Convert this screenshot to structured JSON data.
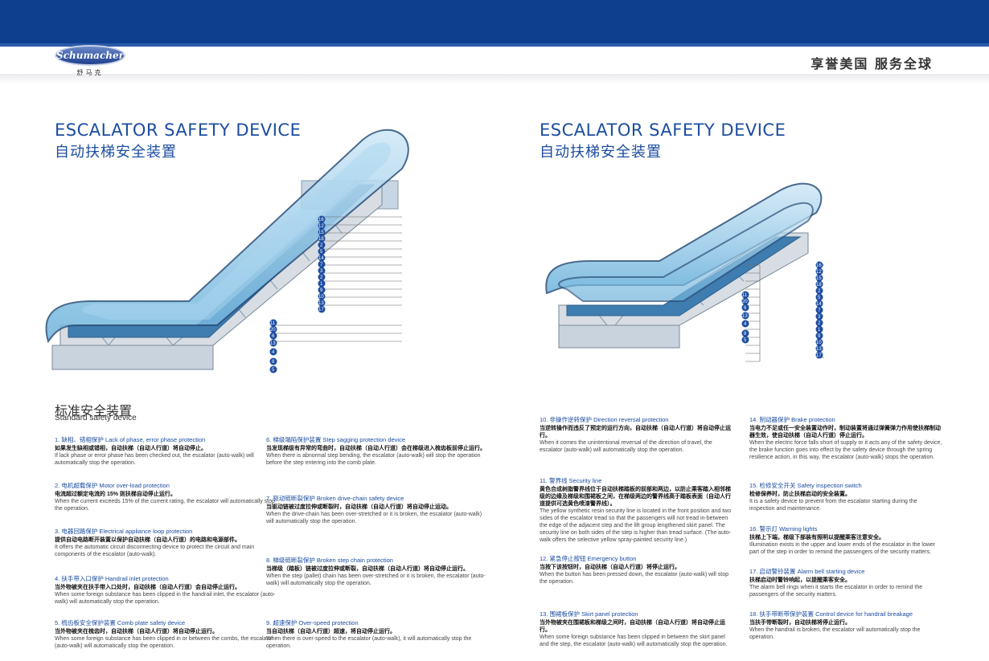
{
  "header": {
    "brand": "Schumacher",
    "brand_cn": "舒马克",
    "slogan": "享誉美国 服务全球"
  },
  "left_panel": {
    "title_en": "ESCALATOR SAFETY DEVICE",
    "title_cn": "自动扶梯安全装置",
    "callouts_right": [
      "16",
      "12",
      "15",
      "18",
      "2",
      "5",
      "14",
      "7",
      "3",
      "2",
      "1",
      "9",
      "10",
      "13",
      "17"
    ],
    "callouts_lower": [
      "11",
      "20",
      "6",
      "13",
      "4",
      "8",
      "5"
    ]
  },
  "right_panel": {
    "title_en": "ESCALATOR SAFETY DEVICE",
    "title_cn": "自动扶梯安全装置",
    "callouts_right": [
      "16",
      "12",
      "15",
      "18",
      "2",
      "5",
      "14",
      "7",
      "3",
      "2",
      "1",
      "9",
      "10",
      "13",
      "17"
    ],
    "callouts_lower": [
      "11",
      "20",
      "6",
      "13",
      "4",
      "8",
      "5"
    ]
  },
  "standard": {
    "title_cn": "标准安全装置",
    "title_en": "Standard safety device"
  },
  "items": [
    {
      "title": "1. 缺相、错相保护 Lack of phase, error phase protection",
      "cn": "如果发生缺相或错相，自动扶梯（自动人行道）将自动停止。",
      "en": "If lack phase or error phase has been checked out, the escalator (auto-walk) will automatically stop the operation."
    },
    {
      "title": "2. 电机超载保护 Motor over-load protection",
      "cn": "电流超过额定电流的 15% 则扶梯自动停止运行。",
      "en": "When the current exceeds 15% of the current rating, the escalator will automatically stop the operation."
    },
    {
      "title": "3. 电器回路保护 Electrical appliance loop protection",
      "cn": "提供自动电路断开装置以保护自动扶梯（自动人行道）的电路和电源部件。",
      "en": "It offers the automatic circuit disconnecting device to protect the circuit and main components of the escalator (auto-walk)."
    },
    {
      "title": "4. 扶手带入口保护 Handrail inlet protection",
      "cn": "当外物被夹在扶手带入口处时，自动扶梯（自动人行道）会自动停止运行。",
      "en": "When some foreign substance has been clipped in the handrail inlet, the escalator (auto-walk) will automatically stop the operation."
    },
    {
      "title": "5. 梳齿板安全保护装置 Comb plate safety device",
      "cn": "当外物被夹在梳齿时，自动扶梯（自动人行道）将自动停止运行。",
      "en": "When some foreign substance has been clipped in or between the combs, the escalator (auto-walk) will automatically stop the operation."
    },
    {
      "title": "6. 梯级塌陷保护装置 Step sagging protection device",
      "cn": "当发现梯级有异常的弯曲时，自动扶梯（自动人行道）会在梯级进入梳齿板前停止运行。",
      "en": "When there is abnormal step bending, the escalator (auto-walk) will stop the operation before the step entering into the comb plate."
    },
    {
      "title": "7. 驱动链断裂保护 Broken drive-chain safety device",
      "cn": "当驱动链被过度拉伸或断裂时，自动扶梯（自动人行道）将自动停止运动。",
      "en": "When the drive-chain has been over-stretched or it is broken, the escalator (auto-walk) will automatically stop the operation."
    },
    {
      "title": "8. 梯级链断裂保护 Broken step chain protection",
      "cn": "当梯级（踏板）链被过度拉伸或断裂，自动扶梯（自动人行道）将自动停止运行。",
      "en": "When the step (pallet) chain has been over-stretched or it is broken, the escalator (auto-walk) will automatically stop the operation."
    },
    {
      "title": "9. 超速保护 Over-speed protection",
      "cn": "当自动扶梯（自动人行道）超速，将自动停止运行。",
      "en": "When there is over-speed to the escalator (auto-walk), it will automatically stop the operation."
    },
    {
      "title": "10. 非操作逆转保护 Direction reversal protection",
      "cn": "当逆转操作而违反了预定的运行方向，自动扶梯（自动人行道）将自动停止运行。",
      "en": "When it comes the unintentional reversal of the direction of travel, the escalator (auto-walk) will automatically stop the operation."
    },
    {
      "title": "11. 警界线 Security line",
      "cn": "黄色合成树脂警界线位于自动扶梯踏板的前部和两边，以防止乘客踏入相邻梯级的边缘及梯级和围裙板之间，在梯级两边的警界线高于踏板表面（自动人行道提供可选黄色喷漆警界线）。",
      "en": "The yellow synthetic resin security line is located in the front position and two sides of the escalator tread so that the passengers will not tread in-between the edge of the adjacent step and the lift group lengthened skirt panel. The security line on both sides of the step is higher than tread surface. (The auto-walk offers the selective yellow spray-painted security line.)"
    },
    {
      "title": "12. 紧急停止按钮 Emergency button",
      "cn": "当按下该按钮时，自动扶梯（自动人行道）将停止运行。",
      "en": "When the button has been pressed down, the escalator (auto-walk) will stop the operation."
    },
    {
      "title": "13. 围裙板保护 Skirt panel protection",
      "cn": "当外物被夹在围裙板和梯级之间时，自动扶梯（自动人行道）将自动停止运行。",
      "en": "When some foreign substance has been clipped in between the skirt panel and the step, the escalator (auto-walk) will automatically stop the operation."
    },
    {
      "title": "14. 制动器保护 Brake protection",
      "cn": "当电力不足或任一安全装置动作时，制动装置将通过弹簧弹力作用使扶梯制动器生效，使自动扶梯（自动人行道）停止运行。",
      "en": "When the electric force falls short of supply or it acts any of the safety device, the brake function goes into effect by the safety device through the spring resilience action, in this way, the escalator (auto-walk) stops the operation."
    },
    {
      "title": "15. 检修安全开关 Safety inspection switch",
      "cn": "检修保养时，防止扶梯启动的安全装置。",
      "en": "It is a safety device to prevent from the escalator starting during the inspection and maintenance."
    },
    {
      "title": "16. 警示灯 Warning lights",
      "cn": "扶梯上下端，梯级下部装有照明以提醒乘客注意安全。",
      "en": "Illumination exists in the upper and lower ends of the escalator in the lower part of the step in order to remind the passengers of the security matters."
    },
    {
      "title": "17. 启动警铃装置 Alarm bell starting device",
      "cn": "扶梯启动时警铃响起，以提醒乘客安全。",
      "en": "The alarm bell rings when it starts the escalator in order to remind the passengers of the security matters."
    },
    {
      "title": "18. 扶手带断带保护装置 Control device for handrail breakage",
      "cn": "当扶手带断裂时，自动扶梯将停止运行。",
      "en": "When the handrail is broken, the escalator will automatically stop the operation."
    }
  ]
}
